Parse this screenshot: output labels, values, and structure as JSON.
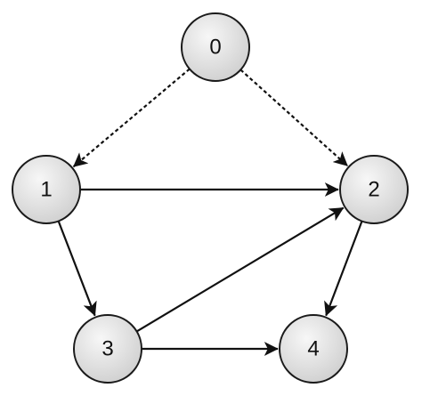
{
  "graph": {
    "nodes": [
      {
        "id": "0",
        "label": "0"
      },
      {
        "id": "1",
        "label": "1"
      },
      {
        "id": "2",
        "label": "2"
      },
      {
        "id": "3",
        "label": "3"
      },
      {
        "id": "4",
        "label": "4"
      }
    ],
    "edges": [
      {
        "from": "0",
        "to": "1",
        "style": "dotted"
      },
      {
        "from": "0",
        "to": "2",
        "style": "dotted"
      },
      {
        "from": "1",
        "to": "2",
        "style": "solid"
      },
      {
        "from": "1",
        "to": "3",
        "style": "solid"
      },
      {
        "from": "3",
        "to": "2",
        "style": "solid"
      },
      {
        "from": "3",
        "to": "4",
        "style": "solid"
      },
      {
        "from": "2",
        "to": "4",
        "style": "solid"
      }
    ]
  },
  "colors": {
    "node_fill_light": "#f4f4f4",
    "node_fill_dark": "#cfcfcf",
    "stroke": "#111111",
    "background": "#ffffff"
  }
}
